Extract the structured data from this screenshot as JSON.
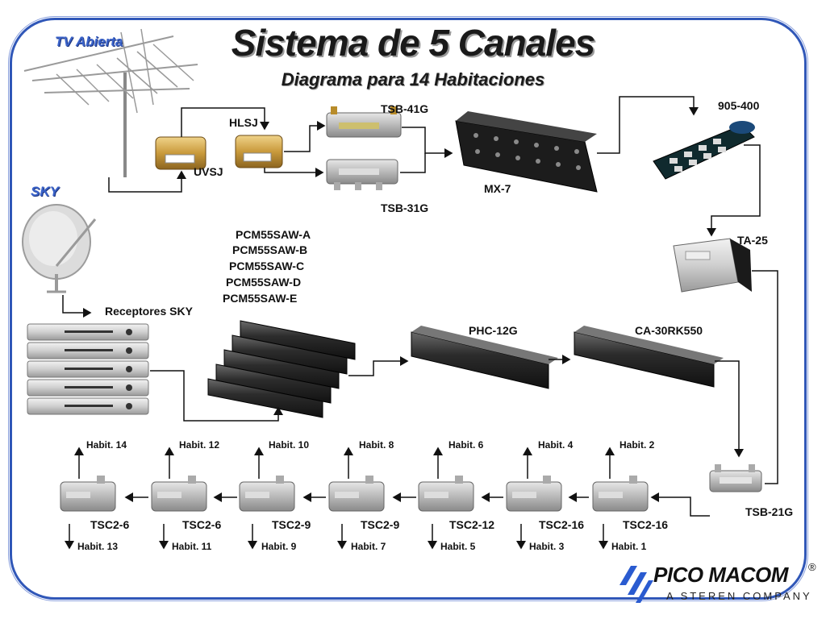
{
  "title": "Sistema de 5 Canales",
  "subtitle": "Diagrama para 14 Habitaciones",
  "sources": {
    "tv": "TV Abierta",
    "sky": "SKY"
  },
  "components": {
    "uvsj": "UVSJ",
    "hlsj": "HLSJ",
    "tsb41g": "TSB-41G",
    "tsb31g": "TSB-31G",
    "mx7": "MX-7",
    "m905": "905-400",
    "ta25": "TA-25",
    "receptores": "Receptores SKY",
    "phc12g": "PHC-12G",
    "ca30": "CA-30RK550",
    "tsb21g": "TSB-21G"
  },
  "modulators": [
    "PCM55SAW-A",
    "PCM55SAW-B",
    "PCM55SAW-C",
    "PCM55SAW-D",
    "PCM55SAW-E"
  ],
  "taps": [
    {
      "model": "TSC2-6",
      "top": "Habit. 14",
      "bottom": "Habit. 13"
    },
    {
      "model": "TSC2-6",
      "top": "Habit. 12",
      "bottom": "Habit. 11"
    },
    {
      "model": "TSC2-9",
      "top": "Habit. 10",
      "bottom": "Habit. 9"
    },
    {
      "model": "TSC2-9",
      "top": "Habit. 8",
      "bottom": "Habit. 7"
    },
    {
      "model": "TSC2-12",
      "top": "Habit. 6",
      "bottom": "Habit. 5"
    },
    {
      "model": "TSC2-16",
      "top": "Habit. 4",
      "bottom": "Habit. 3"
    },
    {
      "model": "TSC2-16",
      "top": "Habit. 2",
      "bottom": "Habit. 1"
    }
  ],
  "logo": {
    "brand": "PICO MACOM",
    "registered": "®",
    "tagline": "A STEREN COMPANY"
  }
}
